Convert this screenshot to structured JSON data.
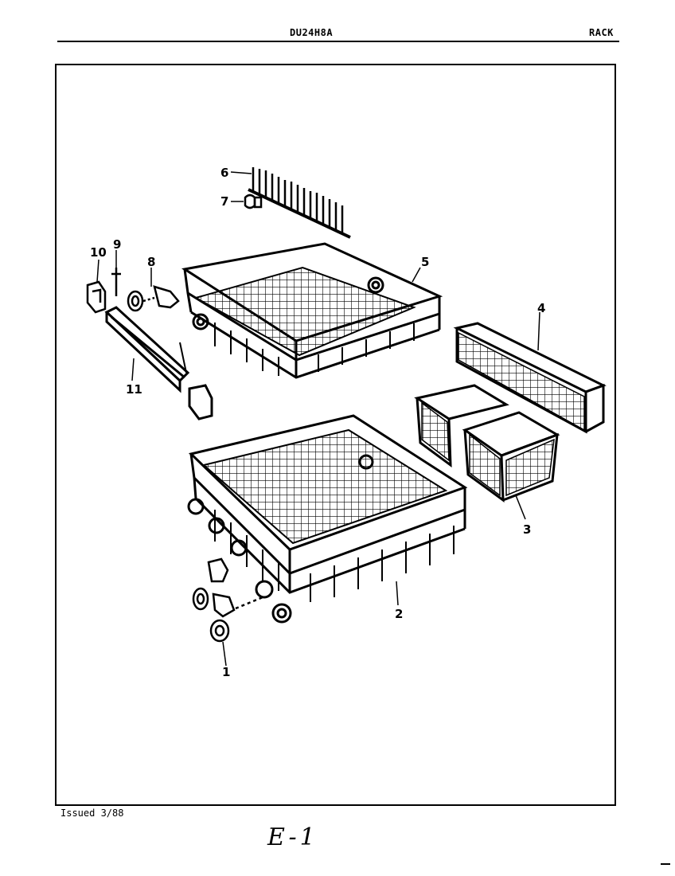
{
  "header": {
    "model": "DU24H8A",
    "section": "RACK"
  },
  "footer": {
    "issued": "Issued 3/88",
    "page": "E-1"
  },
  "parts": [
    {
      "callout": "1"
    },
    {
      "callout": "2"
    },
    {
      "callout": "3"
    },
    {
      "callout": "4"
    },
    {
      "callout": "5"
    },
    {
      "callout": "6"
    },
    {
      "callout": "7"
    },
    {
      "callout": "8"
    },
    {
      "callout": "9"
    },
    {
      "callout": "10"
    },
    {
      "callout": "11"
    }
  ]
}
